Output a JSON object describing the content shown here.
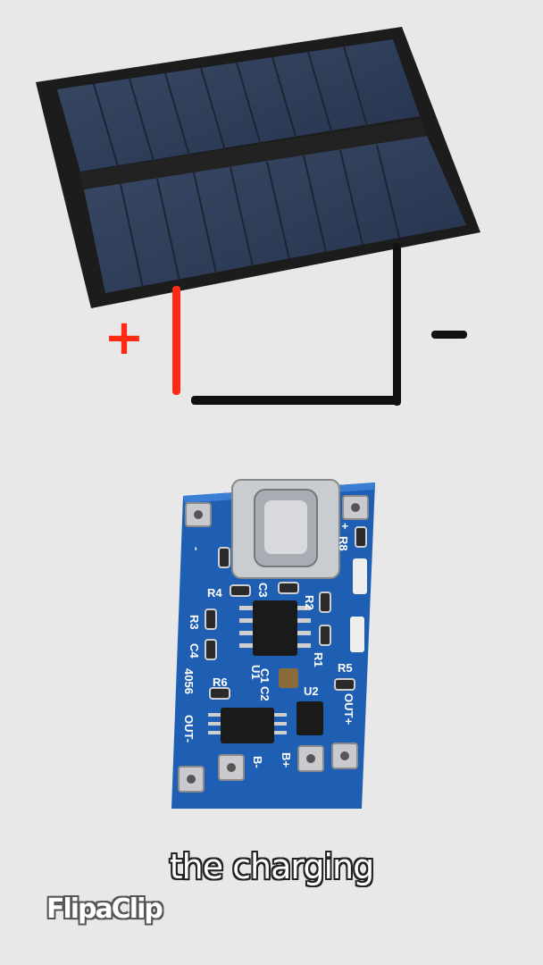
{
  "subtitle": "the charging",
  "watermark": "FlipaClip",
  "wiring": {
    "positive_symbol": "+",
    "negative_symbol": "-",
    "positive_color": "#ff2a12",
    "negative_color": "#111111"
  },
  "board": {
    "labels": {
      "minus_left": "-",
      "plus_right": "+",
      "r8": "R8",
      "r4": "R4",
      "r3": "R3",
      "r2": "R2",
      "r1": "R1",
      "r5": "R5",
      "r6": "R6",
      "c1": "C1",
      "c2": "C2",
      "c3": "C3",
      "c4": "C4",
      "u1": "U1",
      "u2": "U2",
      "model": "4056",
      "out_minus": "OUT-",
      "out_plus": "OUT+",
      "b_minus": "B-",
      "b_plus": "B+"
    }
  }
}
